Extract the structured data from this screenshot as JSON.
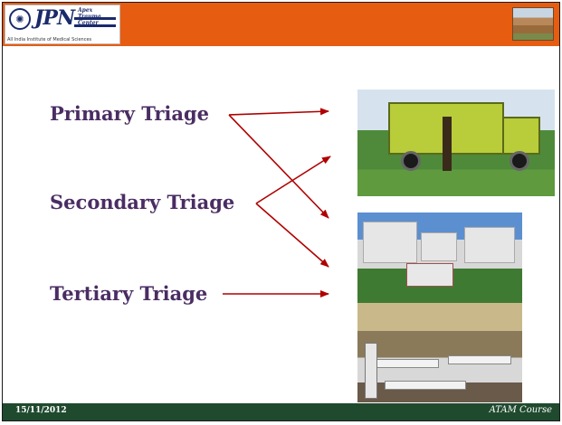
{
  "header": {
    "logo_text": "JPN",
    "logo_subtitle": "Apex\nTrauma\nCenter",
    "institute": "All India Institute of Medical Sciences",
    "banner_color": "#e65c10"
  },
  "triage": {
    "primary": "Primary Triage",
    "secondary": "Secondary Triage",
    "tertiary": "Tertiary Triage",
    "text_color": "#4a2d63",
    "arrow_color": "#b00000"
  },
  "images": [
    {
      "icon": "ambulance-image"
    },
    {
      "icon": "hospital-image"
    },
    {
      "icon": "field-hospital-ward-image"
    }
  ],
  "footer": {
    "date": "15/11/2012",
    "course": "ATAM Course",
    "color": "#1f4a2e"
  }
}
